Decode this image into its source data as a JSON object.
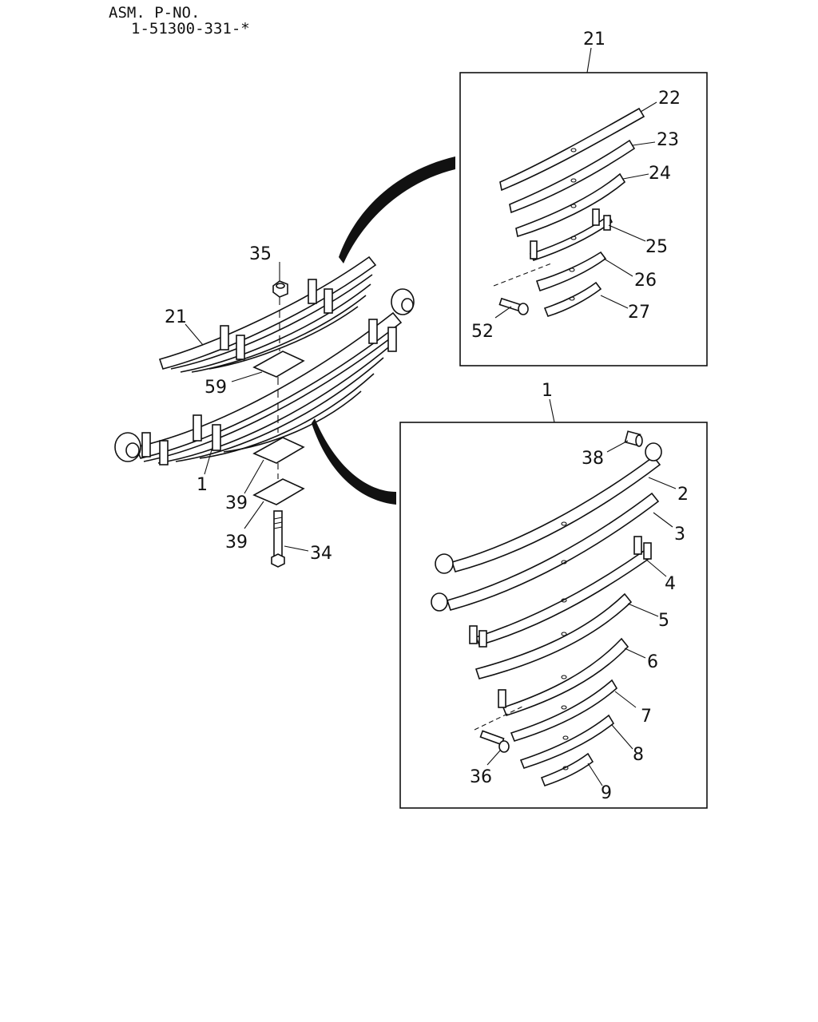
{
  "header": {
    "line1": "ASM. P-NO.",
    "line2": "1-51300-331-*"
  },
  "callouts": {
    "c1": "1",
    "c1_box": "1",
    "c2": "2",
    "c3": "3",
    "c4": "4",
    "c5": "5",
    "c6": "6",
    "c7": "7",
    "c8": "8",
    "c9": "9",
    "c21": "21",
    "c21_box": "21",
    "c22": "22",
    "c23": "23",
    "c24": "24",
    "c25": "25",
    "c26": "26",
    "c27": "27",
    "c34": "34",
    "c35": "35",
    "c36": "36",
    "c38": "38",
    "c39_upper": "39",
    "c39_lower": "39",
    "c52": "52",
    "c59": "59"
  }
}
